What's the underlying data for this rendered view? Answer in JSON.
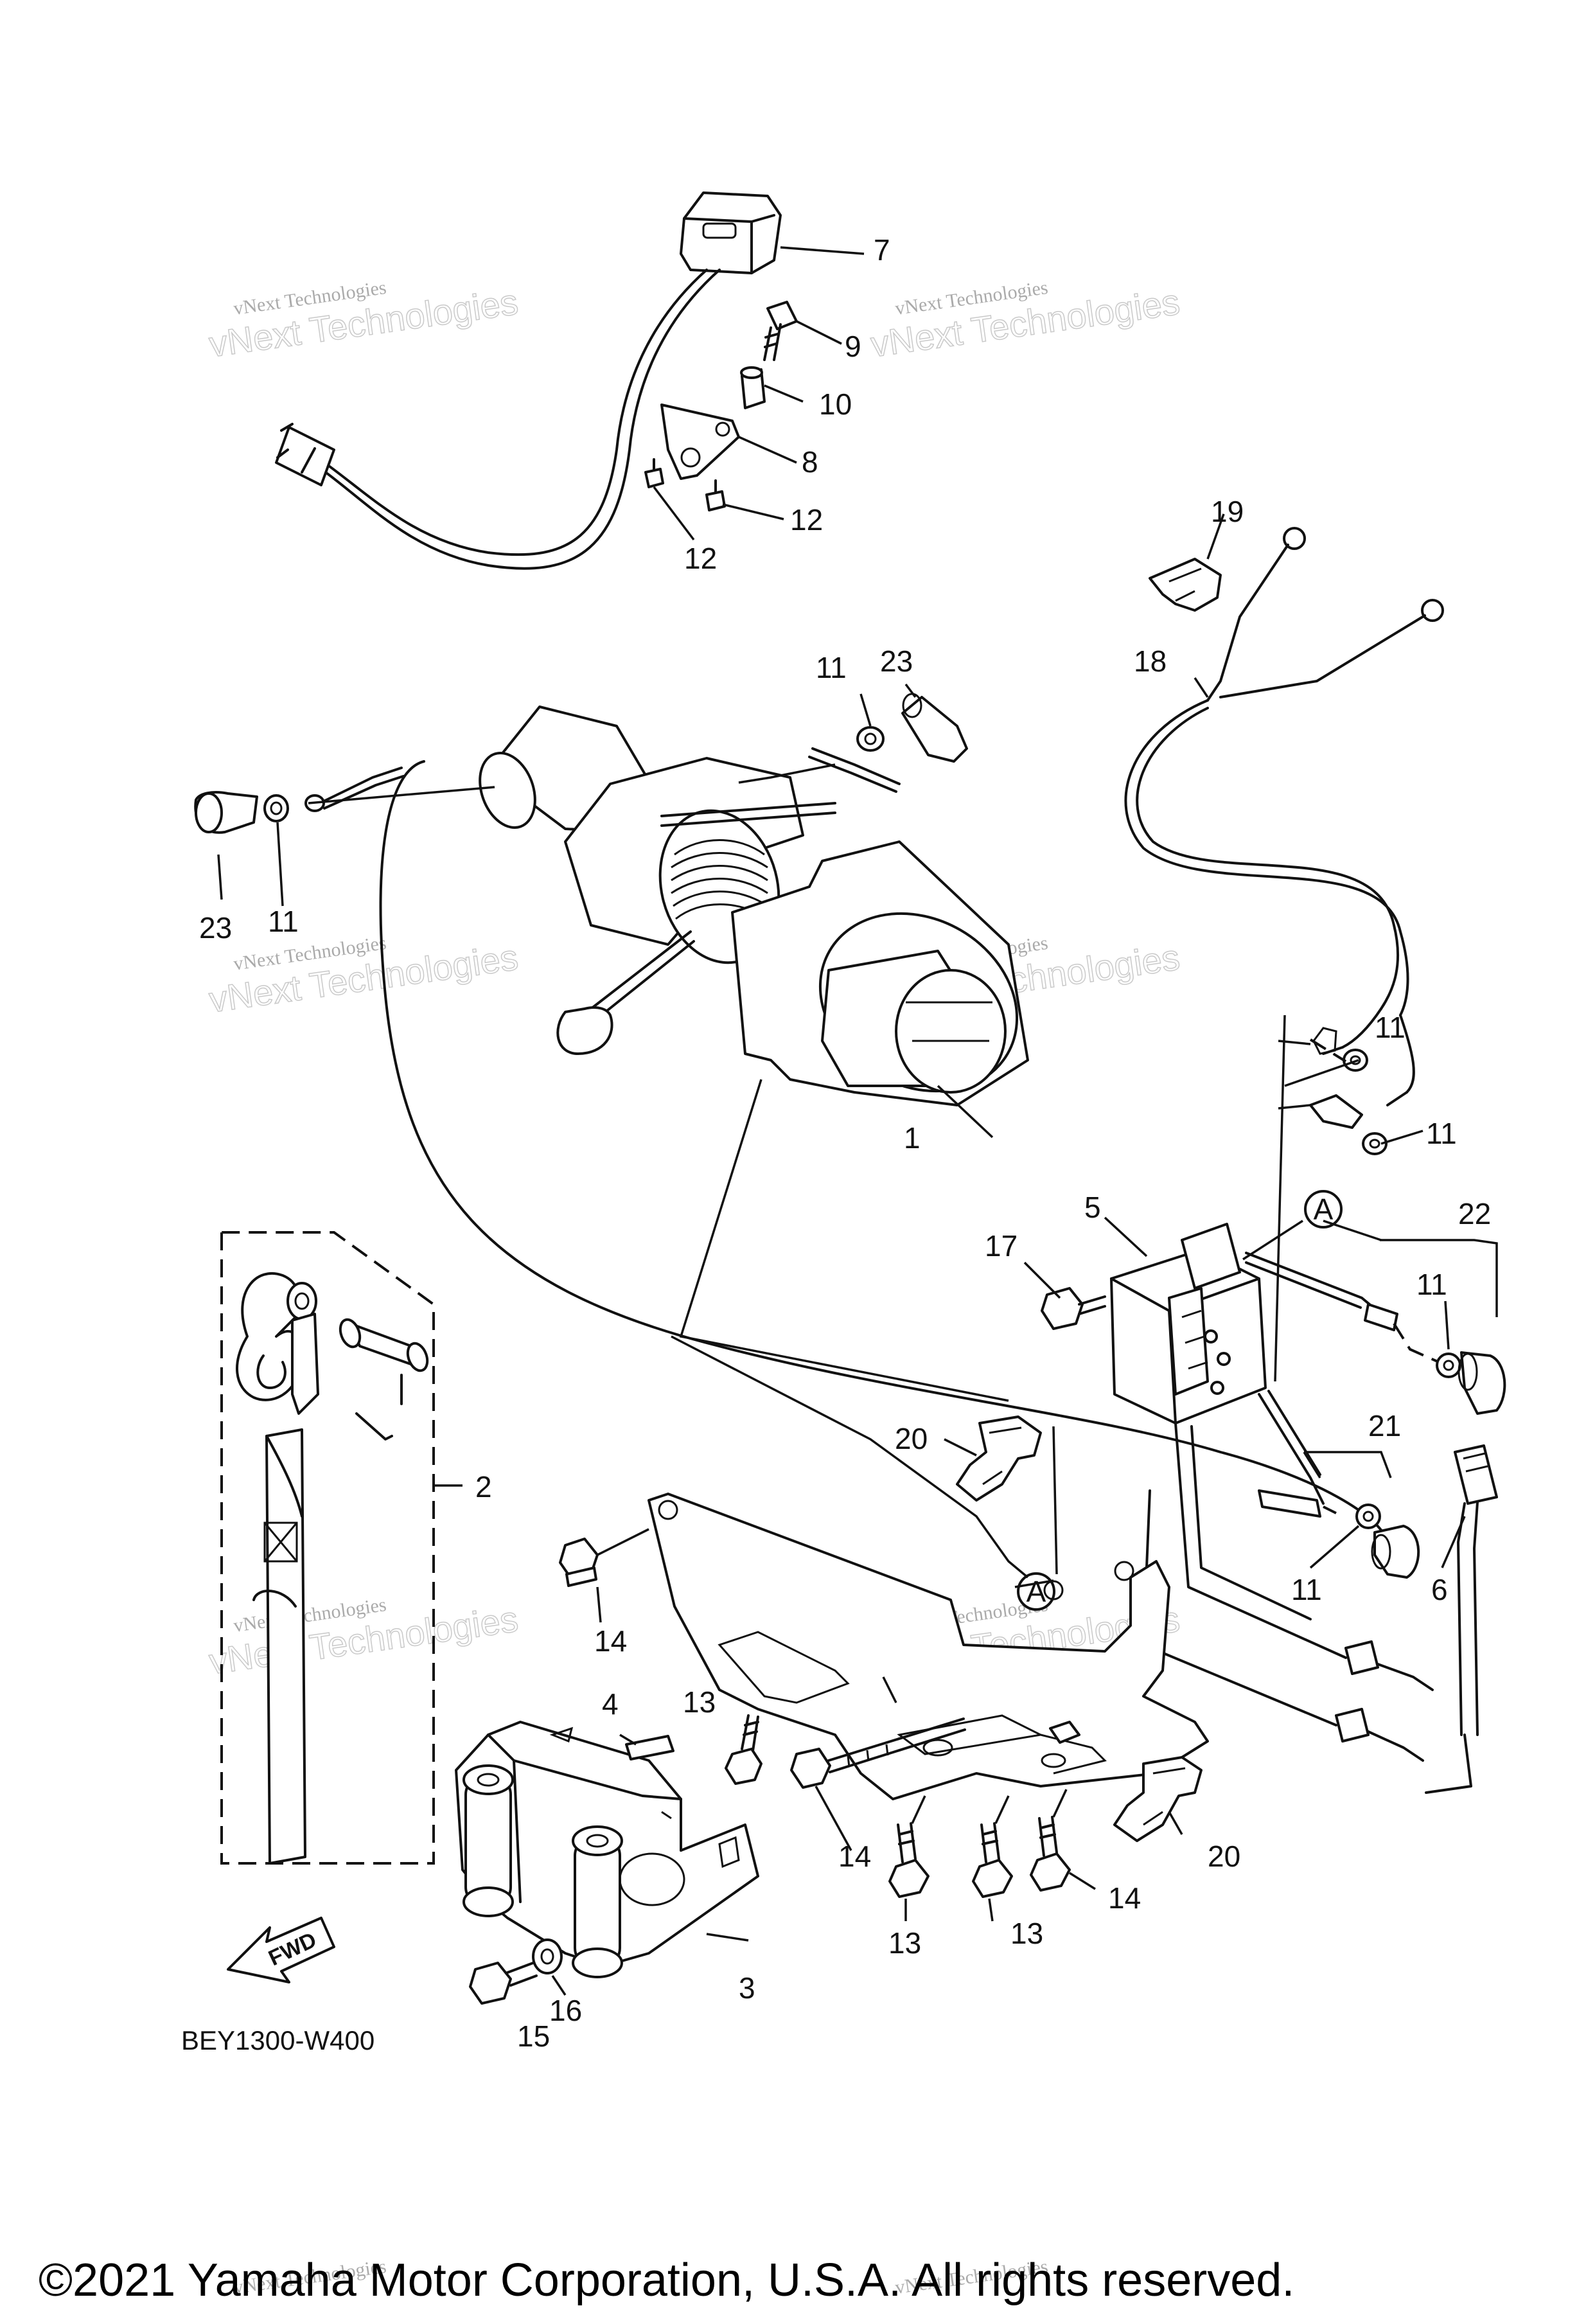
{
  "diagram_code": "BEY1300-W400",
  "copyright": "©2021 Yamaha Motor Corporation, U.S.A. All rights reserved.",
  "watermark": {
    "line1": "vNext Technologies",
    "line2": "vNext\nTechnologies"
  },
  "forward_label": "FWD",
  "reference_mark": "A",
  "callouts": [
    "1",
    "2",
    "3",
    "4",
    "5",
    "6",
    "7",
    "8",
    "9",
    "10",
    "11",
    "12",
    "13",
    "14",
    "15",
    "16",
    "17",
    "18",
    "19",
    "20",
    "21",
    "22",
    "23"
  ]
}
